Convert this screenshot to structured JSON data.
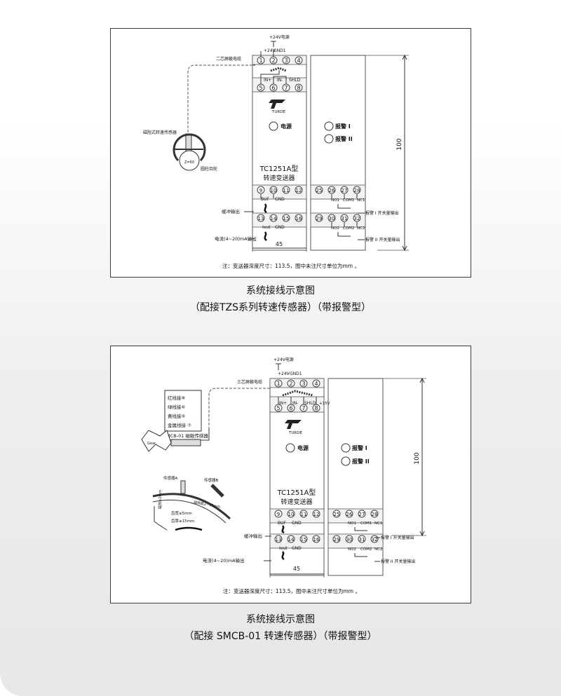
{
  "fig1": {
    "power_label": "+24V电源",
    "v24": "+24V",
    "gnd1": "GND1",
    "cable": "二芯屏蔽电缆",
    "in_plus": "IN+",
    "in_minus": "IN-",
    "shld": "SHLD",
    "brand": "TURDE",
    "power_led": "电源",
    "alarm1": "报警 I",
    "alarm2": "报警 II",
    "model": "TC1251A型",
    "model_name": "转速变送器",
    "sensor": "磁阻式转速传感器",
    "gear": "圆柱齿轮",
    "gear_dim": "Z=60",
    "buf": "BUF",
    "gnd": "GND",
    "iout": "Iout",
    "buffer_out": "缓冲输出",
    "current_out": "电流(4~20)mA输出",
    "no1": "NO1",
    "com1": "COM1",
    "nc1": "NC1",
    "no2": "NO2",
    "com2": "COM2",
    "nc2": "NC2",
    "alarm1_out": "报警 I 开关量输出",
    "alarm2_out": "报警 II 开关量输出",
    "height": "100",
    "width": "45",
    "note": "注：变送器深度尺寸：113.5，图中未注尺寸单位为mm 。",
    "terminals_top": [
      "1",
      "2",
      "3",
      "4"
    ],
    "terminals_mid": [
      "5",
      "6",
      "7",
      "8"
    ],
    "terminals_b1": [
      "9",
      "10",
      "11",
      "12"
    ],
    "terminals_b2": [
      "13",
      "14",
      "15",
      "16"
    ],
    "terminals_r1": [
      "25",
      "26",
      "27",
      "28"
    ],
    "terminals_r2": [
      "29",
      "30",
      "31",
      "32"
    ]
  },
  "fig2": {
    "power_label": "+24V电源",
    "v24": "+24V",
    "gnd1": "GND1",
    "cable": "三芯屏蔽电缆",
    "in_plus": "IN+",
    "in_minus": "IN-",
    "shld": "SHLD",
    "v15": "+15V",
    "brand": "TURDE",
    "power_led": "电源",
    "alarm1": "报警 I",
    "alarm2": "报警 II",
    "model": "TC1251A型",
    "model_name": "转速变送器",
    "wire_red": "红线接⑧",
    "wire_green": "绿线接⑥",
    "wire_yellow": "黄线接⑤",
    "wire_metal": "金属线接 ⑦",
    "sensor": "SMCB-01 磁敏传感器",
    "gear_word": "Gear",
    "sensor_a": "传感器A",
    "sensor_b": "传感器B",
    "gap1": "磁隙≤2mm",
    "gap2": "磁隙距2~10mm",
    "tooth_w": "齿宽≥5mm",
    "tooth_h": "齿厚≥15mm",
    "buf": "BUF",
    "gnd": "GND",
    "iout": "Iout",
    "buffer_out": "缓冲输出",
    "current_out": "电流(4~20)mA输出",
    "no1": "NO1",
    "com1": "COM1",
    "nc1": "NC1",
    "no2": "NO2",
    "com2": "COM2",
    "nc2": "NC2",
    "alarm1_out": "报警 I 开关量输出",
    "alarm2_out": "报警 II 开关量输出",
    "height": "100",
    "width": "45",
    "note": "注：变送器深度尺寸：113.5，图中未注尺寸单位为mm 。"
  },
  "captions": {
    "c1a": "系统接线示意图",
    "c1b": "（配接TZS系列转速传感器）（带报警型）",
    "c2a": "系统接线示意图",
    "c2b": "（配接 SMCB-01 转速传感器）（带报警型）"
  }
}
